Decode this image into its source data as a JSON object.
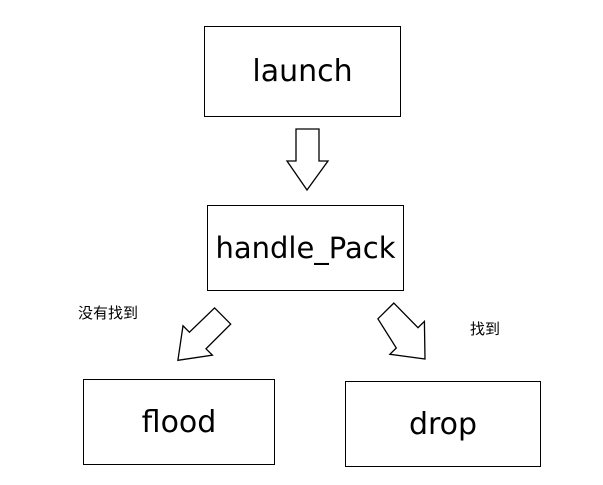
{
  "nodes": {
    "launch": "launch",
    "handle_pack": "handle_Pack",
    "flood": "flood",
    "drop": "drop"
  },
  "edges": {
    "not_found": "没有找到",
    "found": "找到"
  },
  "colors": {
    "stroke": "#000000",
    "fill": "#ffffff"
  }
}
